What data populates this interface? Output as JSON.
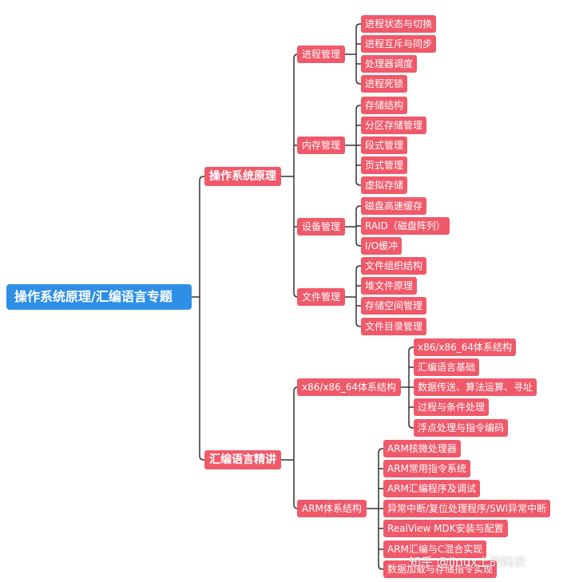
{
  "root": {
    "label": "操作系统原理/汇编语言专题"
  },
  "branches": [
    {
      "label": "操作系统原理",
      "children": [
        {
          "label": "进程管理",
          "children": [
            "进程状态与切换",
            "进程互斥与同步",
            "处理器调度",
            "进程死锁"
          ]
        },
        {
          "label": "内存管理",
          "children": [
            "存储结构",
            "分区存储管理",
            "段式管理",
            "页式管理",
            "虚拟存储"
          ]
        },
        {
          "label": "设备管理",
          "children": [
            "磁盘高速缓存",
            "RAID（磁盘阵列）",
            "I/O缓冲"
          ]
        },
        {
          "label": "文件管理",
          "children": [
            "文件组织结构",
            "堆文件原理",
            "存储空间管理",
            "文件目录管理"
          ]
        }
      ]
    },
    {
      "label": "汇编语言精讲",
      "children": [
        {
          "label": "x86/x86_64体系结构",
          "children": [
            "x86/x86_64体系结构",
            "汇编语言基础",
            "数据传送、算法运算、寻址",
            "过程与条件处理",
            "浮点处理与指令编码"
          ]
        },
        {
          "label": "ARM体系结构",
          "children": [
            "ARM核微处理器",
            "ARM常用指令系统",
            "ARM汇编程序及调试",
            "异常中断/复位处理程序/SWI异常中断",
            "RealView MDK安装与配置",
            "ARM汇编与C混合实现",
            "数据加载与存储指令实现"
          ]
        }
      ]
    }
  ],
  "watermark": "知乎 @linux上的码农",
  "colors": {
    "root": "#2f8fe6",
    "node": "#f0596a",
    "line": "#333333"
  }
}
